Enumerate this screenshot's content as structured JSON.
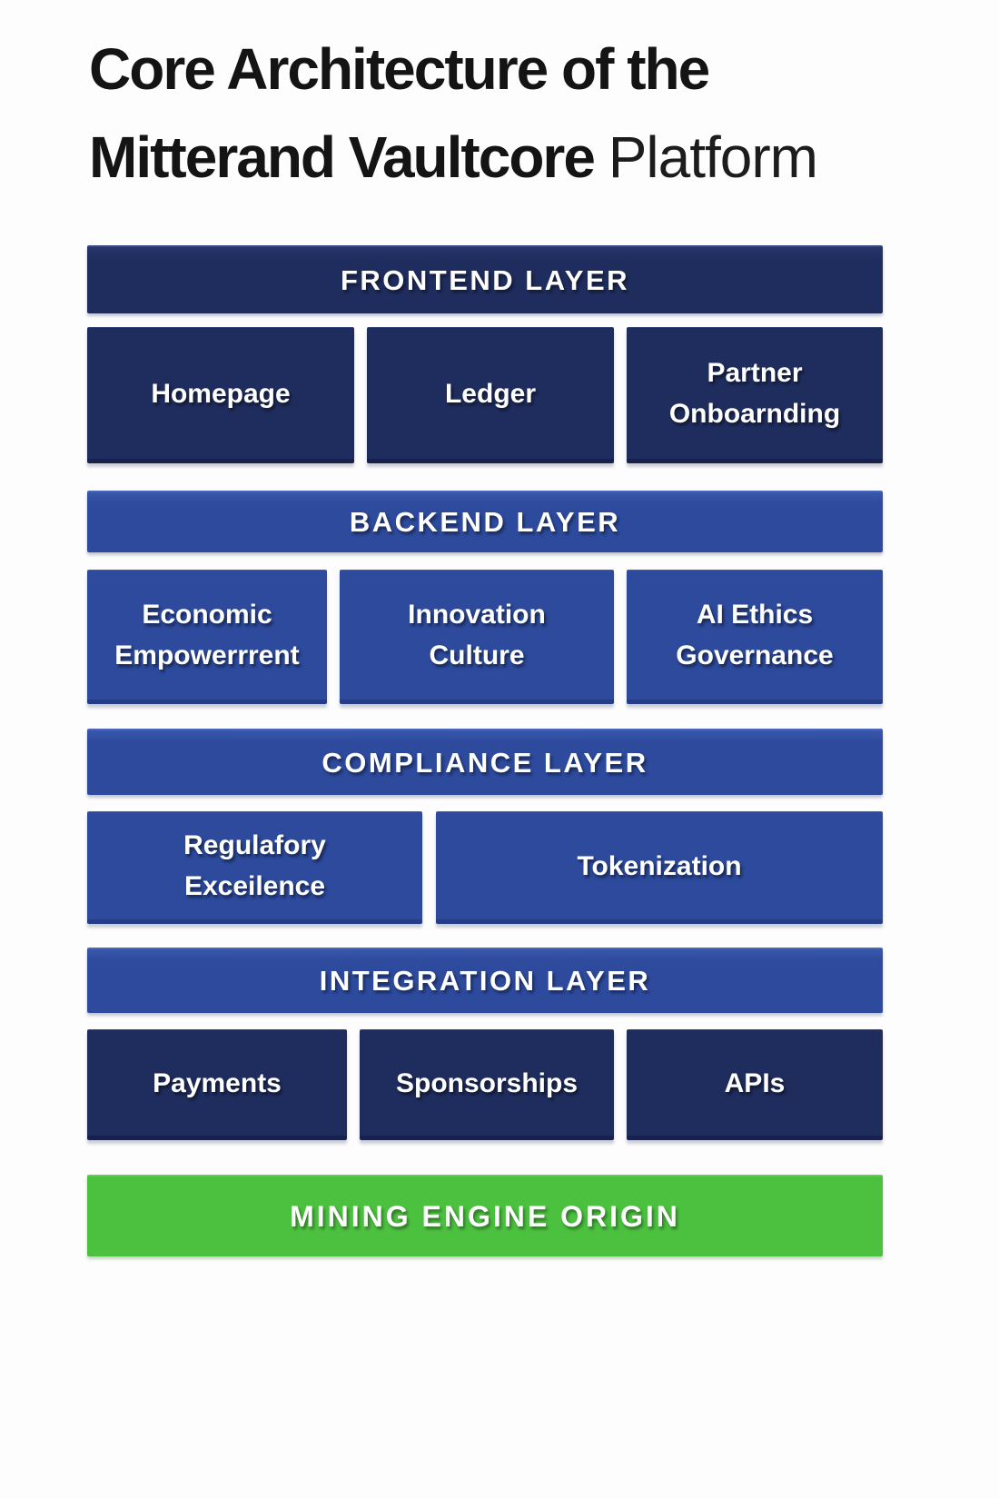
{
  "title": {
    "line1": "Core Architecture of the",
    "line2_bold": "Mitterand Vaultcore",
    "line2_light": "Platform"
  },
  "colors": {
    "dark_navy": "#1F2D5E",
    "royal_blue": "#2D4A9D",
    "green": "#4CC13F",
    "text_white": "#FFFFFF",
    "title_black": "#141414"
  },
  "layers": [
    {
      "header": "FRONTEND LAYER",
      "boxes": [
        "Homepage",
        "Ledger",
        "Partner Onboarnding"
      ]
    },
    {
      "header": "BACKEND LAYER",
      "boxes": [
        "Economic Empowerrrent",
        "Innovation Culture",
        "AI Ethics Governance"
      ]
    },
    {
      "header": "COMPLIANCE LAYER",
      "boxes": [
        "Regulafory Exceilence",
        "Tokenization"
      ]
    },
    {
      "header": "INTEGRATION LAYER",
      "boxes": [
        "Payments",
        "Sponsorships",
        "APIs"
      ]
    },
    {
      "header": "MINING ENGINE ORIGIN",
      "boxes": []
    }
  ]
}
